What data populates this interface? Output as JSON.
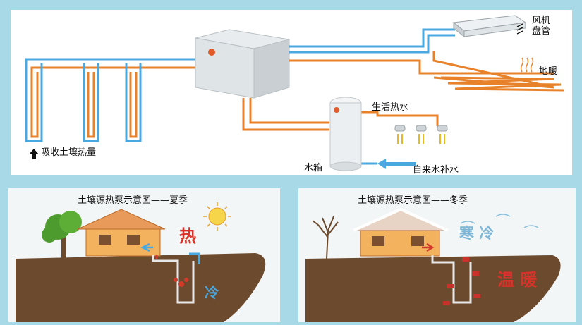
{
  "top": {
    "fan_coil_label": "风机\n盘管",
    "floor_heating_label": "地暖",
    "hot_water_label": "生活热水",
    "tank_label": "水箱",
    "makeup_water_label": "自来水补水",
    "absorb_heat_label": "吸收土壤热量"
  },
  "summer": {
    "title": "土壤源热泵示意图——夏季",
    "hot_label": "热",
    "cold_label": "冷"
  },
  "winter": {
    "title": "土壤源热泵示意图——冬季",
    "cold_label": "寒 冷",
    "warm_label": "温 暖"
  },
  "colors": {
    "pipe_orange": "#e8822a",
    "pipe_blue": "#4aa8e0",
    "soil": "#6b4a2e",
    "background": "#a8d9e6"
  }
}
